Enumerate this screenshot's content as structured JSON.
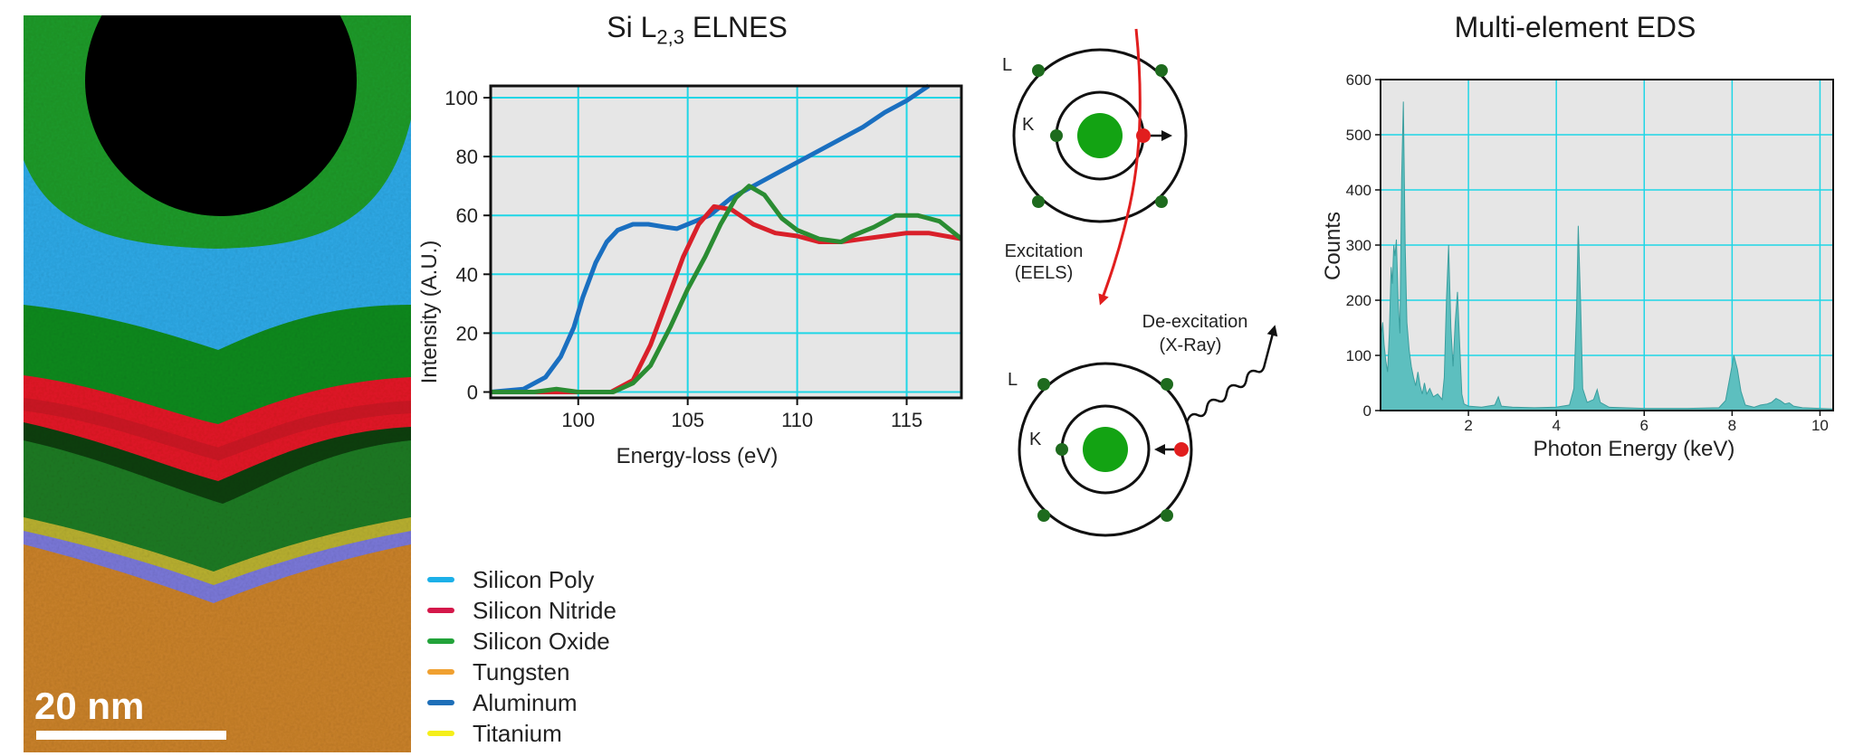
{
  "elemental_map": {
    "scale_bar_label": "20 nm"
  },
  "legend": {
    "items": [
      {
        "label": "Silicon Poly",
        "color": "#1cb0e8"
      },
      {
        "label": "Silicon Nitride",
        "color": "#d4184a"
      },
      {
        "label": "Silicon Oxide",
        "color": "#22a33a"
      },
      {
        "label": "Tungsten",
        "color": "#f0a030"
      },
      {
        "label": "Aluminum",
        "color": "#1e6fb8"
      },
      {
        "label": "Titanium",
        "color": "#f5ef1a"
      }
    ]
  },
  "elnes": {
    "title_main": "Si L",
    "title_sub": "2,3",
    "title_tail": " ELNES",
    "chart_data": {
      "type": "line",
      "xlabel": "Energy-loss (eV)",
      "ylabel": "Intensity (A.U.)",
      "xlim": [
        96,
        117.5
      ],
      "ylim": [
        -2,
        104
      ],
      "xticks": [
        100,
        105,
        110,
        115
      ],
      "yticks": [
        0,
        20,
        40,
        60,
        80,
        100
      ],
      "grid": true,
      "series": [
        {
          "color": "#1a6fc0",
          "points": [
            [
              96,
              0
            ],
            [
              97.5,
              1
            ],
            [
              98.5,
              5
            ],
            [
              99.2,
              12
            ],
            [
              99.8,
              22
            ],
            [
              100.2,
              32
            ],
            [
              100.8,
              44
            ],
            [
              101.3,
              51
            ],
            [
              101.8,
              55
            ],
            [
              102.5,
              57
            ],
            [
              103.2,
              57
            ],
            [
              104,
              56
            ],
            [
              104.5,
              55.5
            ],
            [
              105,
              57
            ],
            [
              106,
              60
            ],
            [
              107,
              66
            ],
            [
              108,
              70
            ],
            [
              109,
              74
            ],
            [
              110,
              78
            ],
            [
              111,
              82
            ],
            [
              112,
              86
            ],
            [
              113,
              90
            ],
            [
              114,
              95
            ],
            [
              115,
              99
            ],
            [
              116,
              104
            ]
          ]
        },
        {
          "color": "#d9202a",
          "points": [
            [
              96,
              0
            ],
            [
              101.5,
              0
            ],
            [
              102.5,
              4
            ],
            [
              103.3,
              16
            ],
            [
              104,
              30
            ],
            [
              104.8,
              46
            ],
            [
              105.5,
              57
            ],
            [
              106.2,
              63
            ],
            [
              107,
              62
            ],
            [
              108,
              57
            ],
            [
              109,
              54
            ],
            [
              110,
              53
            ],
            [
              111,
              51
            ],
            [
              112,
              51
            ],
            [
              113,
              52
            ],
            [
              114,
              53
            ],
            [
              115,
              54
            ],
            [
              116,
              54
            ],
            [
              117.5,
              52
            ]
          ]
        },
        {
          "color": "#2a8c32",
          "points": [
            [
              96,
              0
            ],
            [
              98,
              0
            ],
            [
              99,
              1
            ],
            [
              100,
              0
            ],
            [
              101.6,
              0
            ],
            [
              102.5,
              3
            ],
            [
              103.3,
              9
            ],
            [
              104.2,
              22
            ],
            [
              105,
              35
            ],
            [
              105.8,
              46
            ],
            [
              106.5,
              57
            ],
            [
              107.2,
              66
            ],
            [
              107.8,
              70
            ],
            [
              108.5,
              67
            ],
            [
              109.3,
              59
            ],
            [
              110,
              55
            ],
            [
              111,
              52
            ],
            [
              112,
              51
            ],
            [
              112.5,
              53
            ],
            [
              113.5,
              56
            ],
            [
              114.5,
              60
            ],
            [
              115.5,
              60
            ],
            [
              116.5,
              58
            ],
            [
              117.5,
              52
            ]
          ]
        }
      ]
    }
  },
  "diagram": {
    "excitation_label_1": "Excitation",
    "excitation_label_2": "(EELS)",
    "deexcitation_label_1": "De-excitation",
    "deexcitation_label_2": "(X-Ray)",
    "top_atom_shell_l": "L",
    "top_atom_shell_k": "K",
    "bottom_atom_shell_l": "L",
    "bottom_atom_shell_k": "K",
    "nucleus_color": "#13a313",
    "electron_color": "#1e6b1e",
    "ejected_electron_color": "#e11e1e",
    "beam_color": "#e11e1e"
  },
  "eds": {
    "title": "Multi-element EDS",
    "chart_data": {
      "type": "area",
      "xlabel": "Photon Energy (keV)",
      "ylabel": "Counts",
      "xlim": [
        0,
        10.3
      ],
      "ylim": [
        0,
        600
      ],
      "xticks": [
        2,
        4,
        6,
        8,
        10
      ],
      "yticks": [
        0,
        100,
        200,
        300,
        400,
        500,
        600
      ],
      "grid": true,
      "fill_color": "#5dbfbf",
      "stroke_color": "#3a9e9e",
      "points": [
        [
          0,
          0
        ],
        [
          0.02,
          140
        ],
        [
          0.05,
          160
        ],
        [
          0.08,
          120
        ],
        [
          0.12,
          90
        ],
        [
          0.16,
          70
        ],
        [
          0.2,
          140
        ],
        [
          0.24,
          260
        ],
        [
          0.27,
          230
        ],
        [
          0.3,
          300
        ],
        [
          0.33,
          280
        ],
        [
          0.36,
          310
        ],
        [
          0.4,
          200
        ],
        [
          0.44,
          140
        ],
        [
          0.48,
          420
        ],
        [
          0.52,
          560
        ],
        [
          0.56,
          300
        ],
        [
          0.6,
          160
        ],
        [
          0.65,
          110
        ],
        [
          0.7,
          80
        ],
        [
          0.75,
          60
        ],
        [
          0.8,
          45
        ],
        [
          0.85,
          70
        ],
        [
          0.9,
          45
        ],
        [
          0.95,
          30
        ],
        [
          1.0,
          50
        ],
        [
          1.05,
          30
        ],
        [
          1.12,
          40
        ],
        [
          1.2,
          25
        ],
        [
          1.3,
          30
        ],
        [
          1.4,
          20
        ],
        [
          1.45,
          60
        ],
        [
          1.5,
          200
        ],
        [
          1.55,
          300
        ],
        [
          1.6,
          150
        ],
        [
          1.65,
          80
        ],
        [
          1.7,
          160
        ],
        [
          1.75,
          215
        ],
        [
          1.8,
          120
        ],
        [
          1.85,
          30
        ],
        [
          1.9,
          12
        ],
        [
          2.0,
          8
        ],
        [
          2.3,
          6
        ],
        [
          2.6,
          10
        ],
        [
          2.68,
          25
        ],
        [
          2.75,
          8
        ],
        [
          3.0,
          6
        ],
        [
          3.5,
          5
        ],
        [
          4.0,
          6
        ],
        [
          4.3,
          10
        ],
        [
          4.4,
          40
        ],
        [
          4.46,
          180
        ],
        [
          4.5,
          335
        ],
        [
          4.55,
          200
        ],
        [
          4.6,
          40
        ],
        [
          4.7,
          15
        ],
        [
          4.85,
          20
        ],
        [
          4.93,
          38
        ],
        [
          5.0,
          15
        ],
        [
          5.2,
          6
        ],
        [
          6.0,
          4
        ],
        [
          7.0,
          4
        ],
        [
          7.7,
          5
        ],
        [
          7.85,
          18
        ],
        [
          7.95,
          60
        ],
        [
          8.04,
          100
        ],
        [
          8.12,
          75
        ],
        [
          8.2,
          35
        ],
        [
          8.3,
          10
        ],
        [
          8.5,
          6
        ],
        [
          8.65,
          10
        ],
        [
          8.8,
          12
        ],
        [
          8.9,
          15
        ],
        [
          9.0,
          22
        ],
        [
          9.1,
          18
        ],
        [
          9.2,
          12
        ],
        [
          9.3,
          14
        ],
        [
          9.4,
          8
        ],
        [
          9.6,
          5
        ],
        [
          10.3,
          3
        ]
      ]
    }
  }
}
